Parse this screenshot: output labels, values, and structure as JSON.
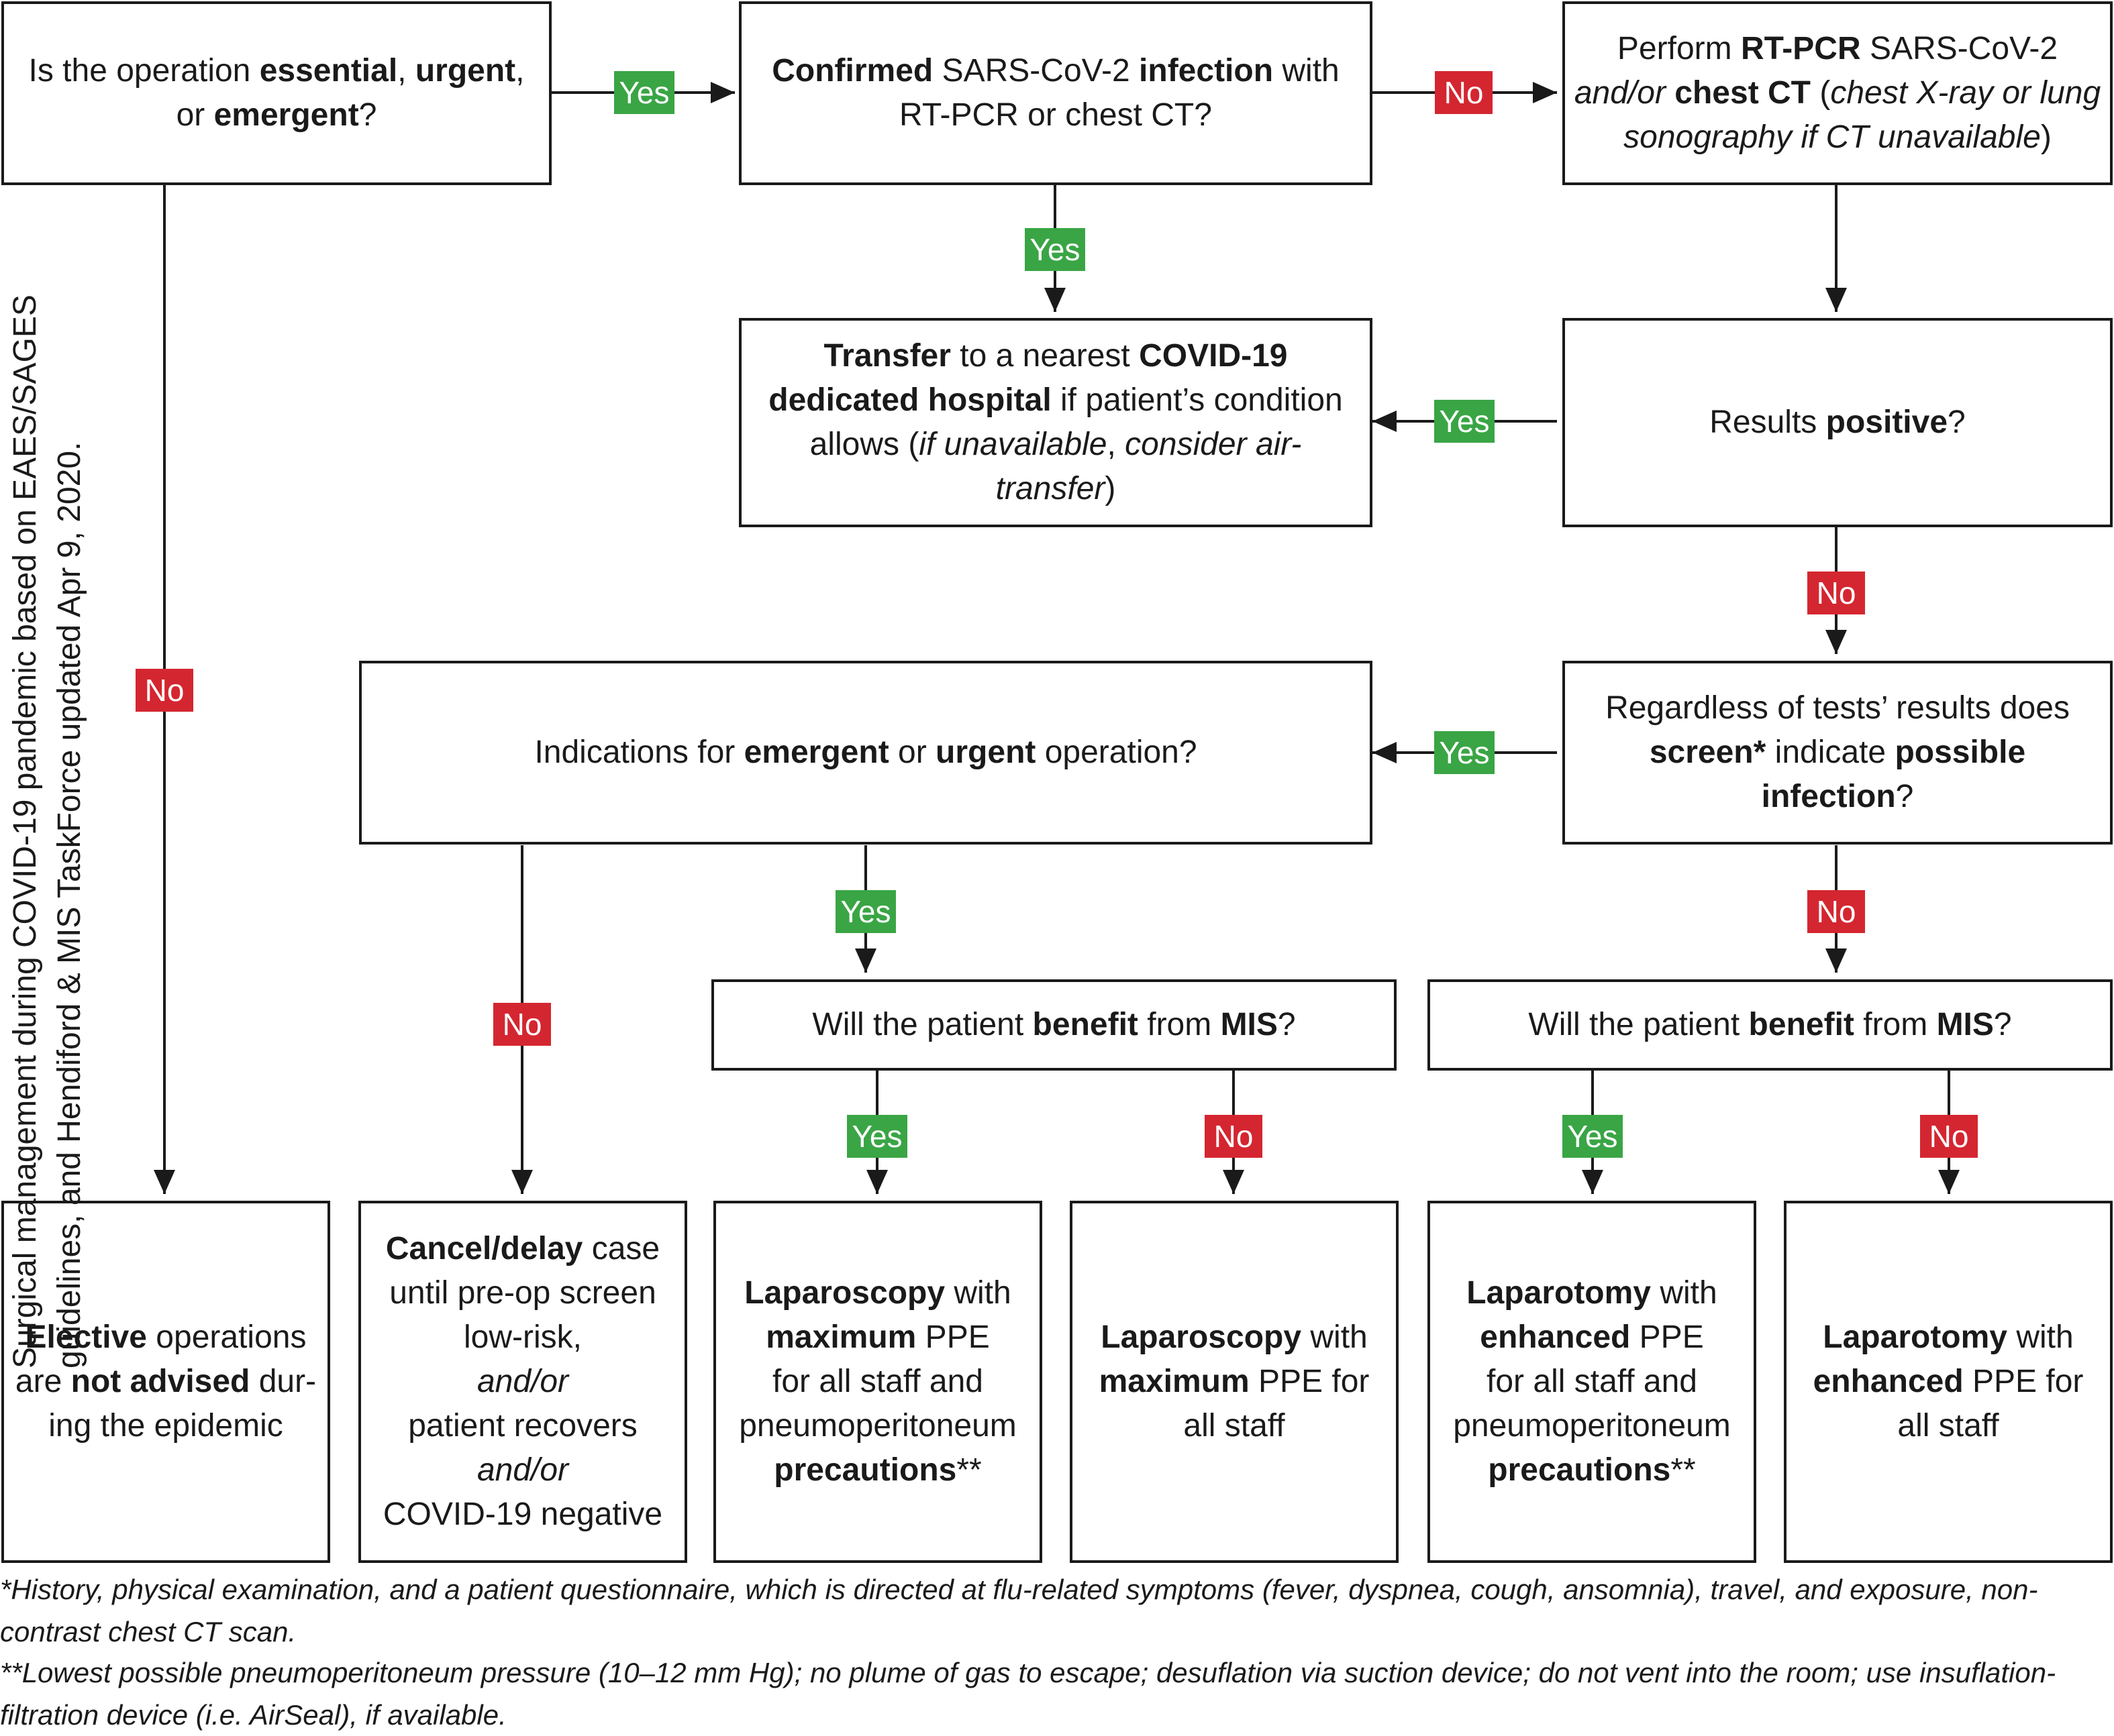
{
  "nodes": {
    "q_essential": {
      "html": "Is the operation <b>essential</b>, <b>urgent</b>, or <b>emergent</b>?"
    },
    "q_confirmed": {
      "html": "<b>Confirmed</b> SARS-CoV-2 <b>infection</b> with RT-PCR or chest CT?"
    },
    "perform_test": {
      "html": "Perform <b>RT-PCR</b> SARS-CoV-2 <i>and/or</i> <b>chest CT</b> (<i>chest X-ray or lung sonography if CT unavailable</i>)"
    },
    "transfer": {
      "html": "<b>Transfer</b> to a nearest <b>COVID-19 dedicated hospital</b> if patient’s condition allows (<i>if unavailable</i>, <i>consider air-transfer</i>)"
    },
    "q_positive": {
      "html": "Results <b>positive</b>?"
    },
    "q_indications": {
      "html": "Indications for <b>emergent</b> or <b>urgent</b> operation?"
    },
    "q_screen": {
      "html": "Regardless of tests’ results does <b>screen*</b> indicate <b>possible infection</b>?"
    },
    "q_mis_left": {
      "html": "Will the patient <b>benefit</b> from <b>MIS</b>?"
    },
    "q_mis_right": {
      "html": "Will the patient <b>benefit</b> from <b>MIS</b>?"
    },
    "elective": {
      "html": "<b>Elective</b> operations are <b>not advised</b> dur-<br>ing the epidemic"
    },
    "cancel": {
      "html": "<b>Cancel/delay</b> case until pre-op screen low-risk,<br><i>and/or</i><br>patient recovers<br><i>and/or</i><br>COVID-19 negative"
    },
    "lap_max_precautions": {
      "html": "<b>Laparoscopy</b> with <b>maximum</b> PPE<br>for all staff and pneumoperitoneum <b>precautions</b>**"
    },
    "lap_max": {
      "html": "<b>Laparoscopy</b> with <b>maximum</b> PPE for all staff"
    },
    "open_enh_precautions": {
      "html": "<b>Laparotomy</b> with <b>enhanced</b> PPE<br>for all staff and pneumoperitoneum <b>precautions</b>**"
    },
    "open_enh": {
      "html": "<b>Laparotomy</b> with <b>enhanced</b> PPE for all staff"
    }
  },
  "labels": {
    "yes": "Yes",
    "no": "No"
  },
  "side_note": "Surgical management during COVID-19 pandemic based on EAES/SAGES guidelines, and Hendiford & MIS TaskForce updated Apr 9, 2020.",
  "footnotes": {
    "screen": "*History, physical examination, and a patient questionnaire, which is directed at flu-related symptoms (fever, dyspnea, cough, ansomnia), travel, and exposure, non-contrast chest CT scan.",
    "precautions": "**Lowest possible pneumoperitoneum pressure (10–12 mm Hg); no plume of gas to escape; desuflation via suction device; do not vent into the room; use insuflation-filtration device (i.e. AirSeal), if available."
  },
  "colors": {
    "yes": "#3aa545",
    "no": "#d42630",
    "line": "#1a1a1a"
  }
}
